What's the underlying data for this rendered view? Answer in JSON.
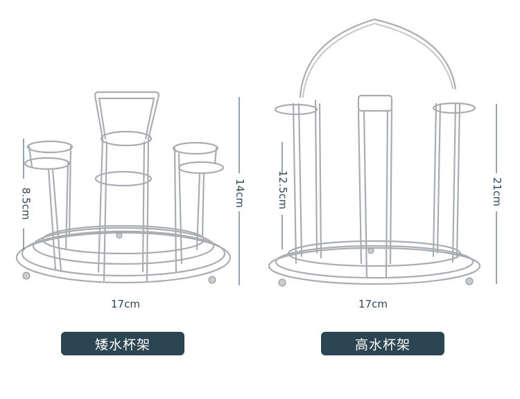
{
  "products": [
    {
      "name": "矮水杯架",
      "width": "17cm",
      "height": "14cm",
      "cup_height": "8.5cm"
    },
    {
      "name": "高水杯架",
      "width": "17cm",
      "height": "21cm",
      "cup_height": "12.5cm"
    }
  ],
  "colors": {
    "dimension_text": "#2f4858",
    "label_bg": "#2c4552",
    "label_text": "#ffffff",
    "metal": "#9aa0a6"
  }
}
